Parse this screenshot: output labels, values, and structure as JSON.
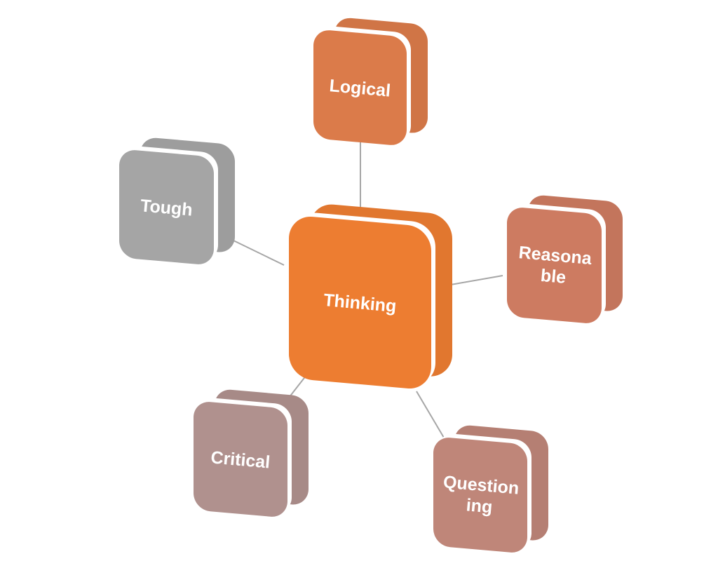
{
  "diagram": {
    "center": {
      "label": "Thinking",
      "color": "#ED7D31"
    },
    "nodes": [
      {
        "id": "logical",
        "lines": [
          "Logical"
        ],
        "color": "#DB7B4A"
      },
      {
        "id": "reasonable",
        "lines": [
          "Reasona",
          "ble"
        ],
        "color": "#CD7B61"
      },
      {
        "id": "questioning",
        "lines": [
          "Question",
          "ing"
        ],
        "color": "#BF8679"
      },
      {
        "id": "critical",
        "lines": [
          "Critical"
        ],
        "color": "#B0918E"
      },
      {
        "id": "tough",
        "lines": [
          "Tough"
        ],
        "color": "#A5A5A5"
      }
    ],
    "connector_color": "#A6A6A6"
  }
}
